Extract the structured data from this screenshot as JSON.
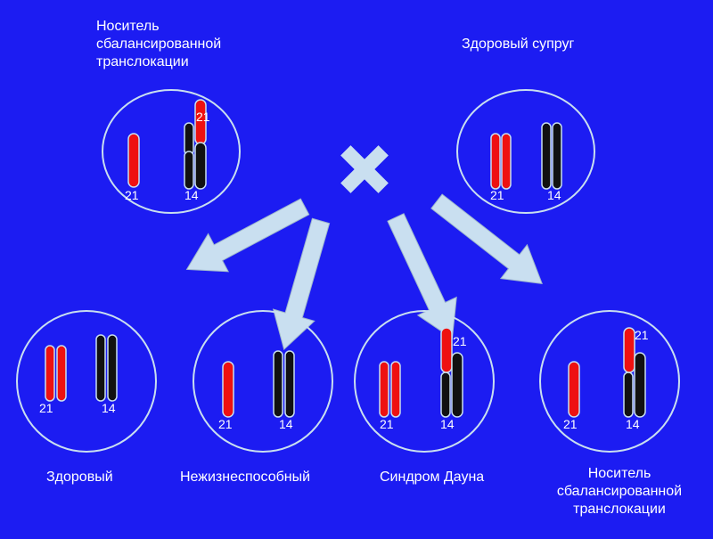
{
  "labels": {
    "parent_carrier": "Носитель\nсбалансированной\nтранслокации",
    "parent_healthy": "Здоровый супруг",
    "child_healthy": "Здоровый",
    "child_nonviable": "Нежизнеспособный",
    "child_down": "Синдром Дауна",
    "child_carrier": "Носитель\nсбалансированной\nтранслокации"
  },
  "chromosome_numbers": {
    "c21": "21",
    "c14": "14"
  },
  "colors": {
    "background": "#1c1cf2",
    "chromosome_21": "#ee1111",
    "chromosome_14": "#111111",
    "arrow": "#c9dff0",
    "text": "#ffffff"
  },
  "operator": "cross-icon"
}
